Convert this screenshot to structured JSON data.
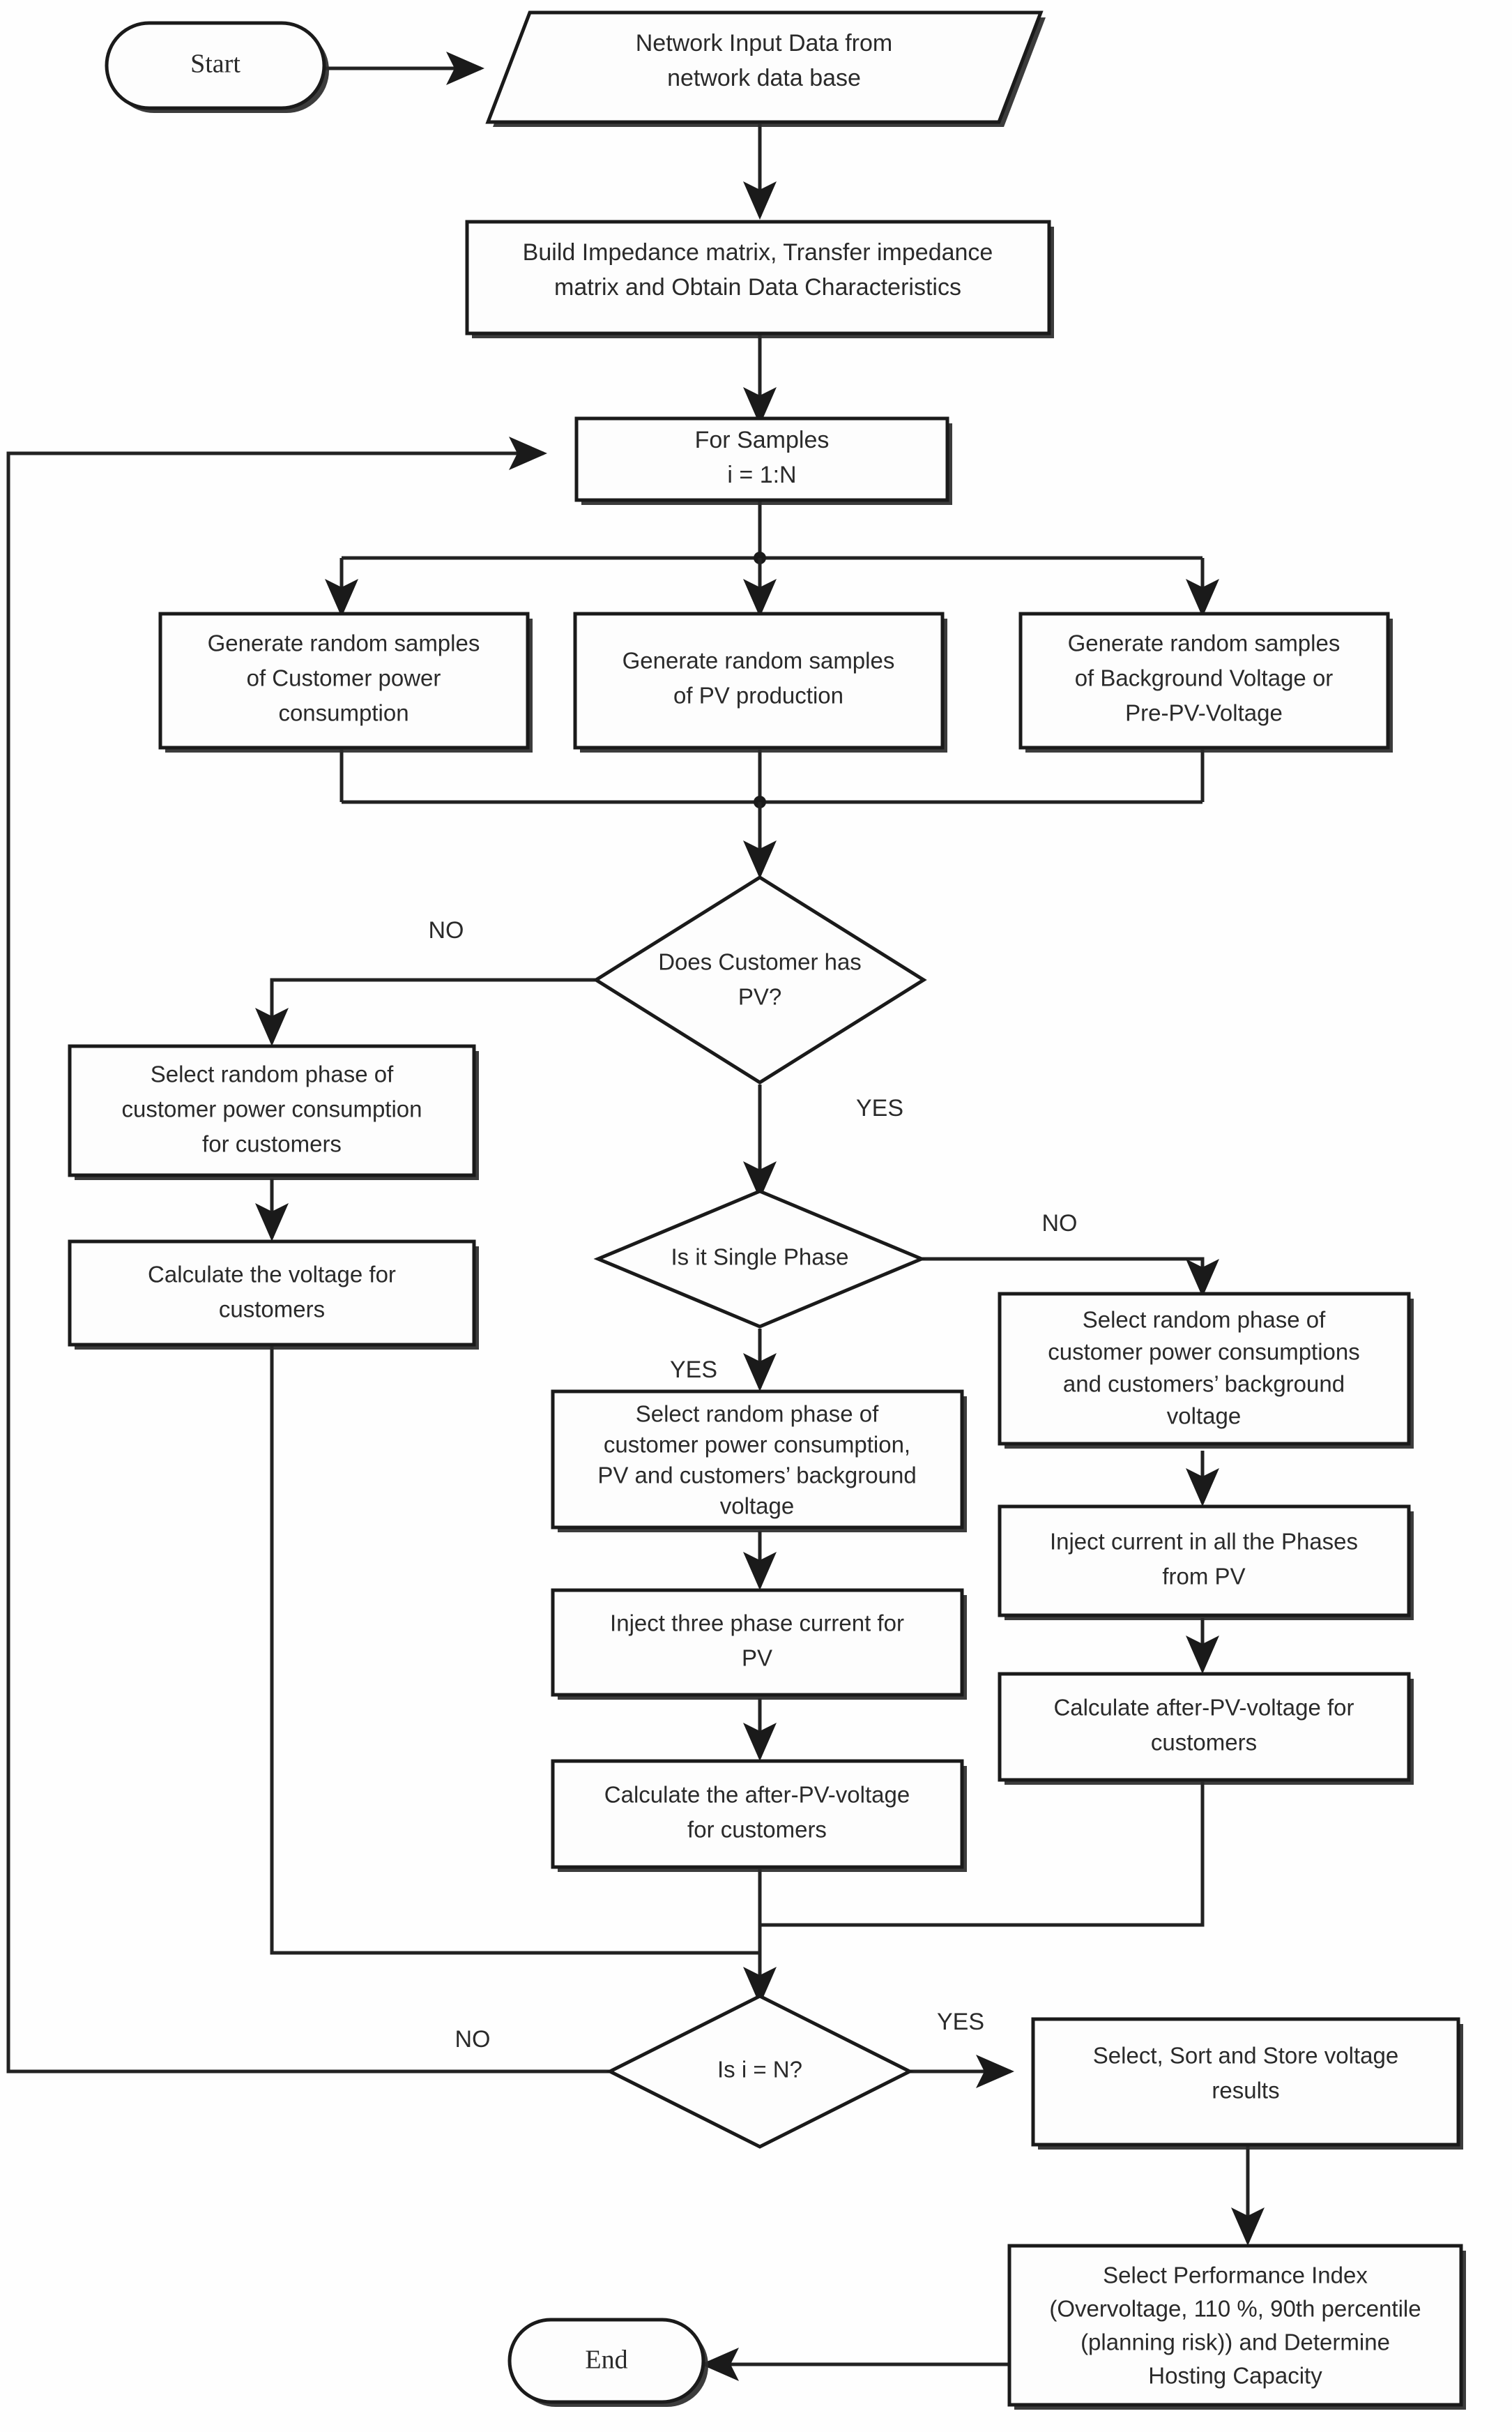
{
  "diagram": {
    "title": "PV Hosting Capacity Monte-Carlo Flowchart",
    "colors": {
      "stroke": "#1a1a1a",
      "fill": "#fdfdfd",
      "shadow": "#2b2b2b",
      "text": "#2a2a2a"
    }
  },
  "nodes": {
    "start": {
      "label": "Start",
      "shape": "terminator"
    },
    "input_data": {
      "line1": "Network Input Data from",
      "line2": "network data base",
      "shape": "parallelogram"
    },
    "build_matrix": {
      "line1": "Build Impedance matrix, Transfer impedance",
      "line2": "matrix and Obtain Data Characteristics",
      "shape": "process"
    },
    "for_samples": {
      "line1": "For Samples",
      "line2": "i = 1:N",
      "shape": "process"
    },
    "gen_consumption": {
      "line1": "Generate random samples",
      "line2": "of Customer power",
      "line3": "consumption",
      "shape": "process"
    },
    "gen_pv": {
      "line1": "Generate random samples",
      "line2": "of PV production",
      "shape": "process"
    },
    "gen_background": {
      "line1": "Generate random samples",
      "line2": "of Background Voltage or",
      "line3": "Pre-PV-Voltage",
      "shape": "process"
    },
    "has_pv": {
      "line1": "Does Customer has",
      "line2": "PV?",
      "shape": "decision"
    },
    "select_phase_noPV": {
      "line1": "Select random phase of",
      "line2": "customer power consumption",
      "line3": "for customers",
      "shape": "process"
    },
    "calc_voltage_noPV": {
      "line1": "Calculate the voltage for",
      "line2": "customers",
      "shape": "process"
    },
    "single_phase": {
      "line1": "Is it Single Phase",
      "shape": "decision"
    },
    "select_phase_1ph": {
      "line1": "Select random phase of",
      "line2": "customer power consumption,",
      "line3": "PV and customers’ background",
      "line4": "voltage",
      "shape": "process"
    },
    "inject_3ph": {
      "line1": "Inject three phase current for",
      "line2": "PV",
      "shape": "process"
    },
    "calc_afterpv_1ph": {
      "line1": "Calculate the after-PV-voltage",
      "line2": "for customers",
      "shape": "process"
    },
    "select_phase_3ph": {
      "line1": "Select random phase of",
      "line2": "customer power consumptions",
      "line3": "and customers’ background",
      "line4": "voltage",
      "shape": "process"
    },
    "inject_all": {
      "line1": "Inject current in all the Phases",
      "line2": "from PV",
      "shape": "process"
    },
    "calc_afterpv_3ph": {
      "line1": "Calculate after-PV-voltage for",
      "line2": "customers",
      "shape": "process"
    },
    "is_i_n": {
      "line1": "Is i = N?",
      "shape": "decision"
    },
    "store_results": {
      "line1": "Select, Sort and Store voltage",
      "line2": "results",
      "shape": "process"
    },
    "performance_index": {
      "line1": "Select Performance Index",
      "line2": "(Overvoltage, 110 %, 90th percentile",
      "line3": "(planning risk)) and Determine",
      "line4": "Hosting Capacity",
      "shape": "process"
    },
    "end": {
      "label": "End",
      "shape": "terminator"
    }
  },
  "edge_labels": {
    "has_pv_no": "NO",
    "has_pv_yes": "YES",
    "single_phase_yes": "YES",
    "single_phase_no": "NO",
    "is_i_n_no": "NO",
    "is_i_n_yes": "YES"
  }
}
